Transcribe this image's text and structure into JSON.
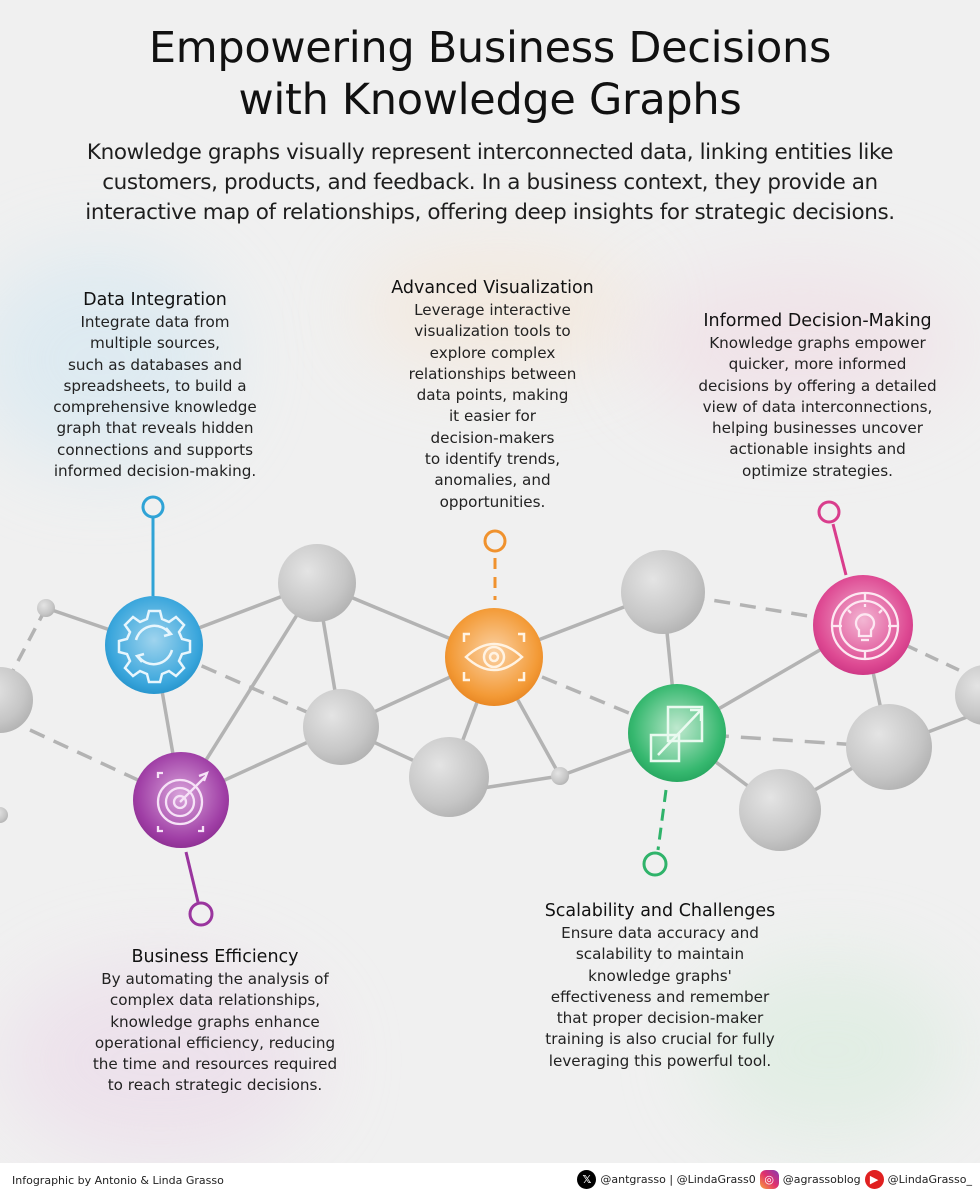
{
  "header": {
    "title_line1": "Empowering Business Decisions",
    "title_line2": "with Knowledge Graphs",
    "intro_line1": "Knowledge graphs visually represent interconnected data, linking entities like",
    "intro_line2": "customers, products, and feedback. In a business context, they provide an",
    "intro_line3": "interactive map of relationships, offering deep insights for strategic decisions."
  },
  "cards": [
    {
      "id": "data-integration",
      "title": "Data Integration",
      "body": "Integrate data from\nmultiple sources,\nsuch as databases and\nspreadsheets, to build a\ncomprehensive knowledge\ngraph that reveals hidden\nconnections and supports\ninformed decision-making.",
      "color": "#2fa3d6",
      "icon": "gear-sync-icon"
    },
    {
      "id": "advanced-visualization",
      "title": "Advanced Visualization",
      "body": "Leverage interactive\nvisualization tools to\nexplore complex\nrelationships between\ndata points, making\nit easier for\ndecision-makers\nto identify trends,\nanomalies, and\nopportunities.",
      "color": "#f0922e",
      "icon": "eye-focus-icon"
    },
    {
      "id": "informed-decision-making",
      "title": "Informed Decision-Making",
      "body": "Knowledge graphs empower\nquicker, more informed\ndecisions by offering a detailed\nview of data interconnections,\nhelping businesses uncover\nactionable insights and\noptimize strategies.",
      "color": "#d93d8c",
      "icon": "lightbulb-maze-icon"
    },
    {
      "id": "business-efficiency",
      "title": "Business Efficiency",
      "body": "By automating the analysis of\ncomplex data relationships,\nknowledge graphs enhance\noperational efficiency, reducing\nthe time and resources required\nto reach strategic decisions.",
      "color": "#9a359e",
      "icon": "target-arrow-icon"
    },
    {
      "id": "scalability-challenges",
      "title": "Scalability and Challenges",
      "body": "Ensure data accuracy and\nscalability to maintain\nknowledge graphs'\neffectiveness and remember\nthat proper decision-maker\ntraining is also crucial for fully\nleveraging this powerful tool.",
      "color": "#2fb36a",
      "icon": "scale-expand-icon"
    }
  ],
  "footer": {
    "credit": "Infographic by Antonio & Linda Grasso",
    "x_handles": "@antgrasso | @LindaGrass0",
    "instagram_handle": "@agrassoblog",
    "youtube_handle": "@LindaGrasso_"
  },
  "colors": {
    "background": "#f0f0f0",
    "node_gray": "#c4c4c4",
    "edge_gray": "#b3b3b3",
    "blue": "#2fa3d6",
    "orange": "#f0922e",
    "pink": "#d93d8c",
    "purple": "#9a359e",
    "green": "#2fb36a"
  }
}
